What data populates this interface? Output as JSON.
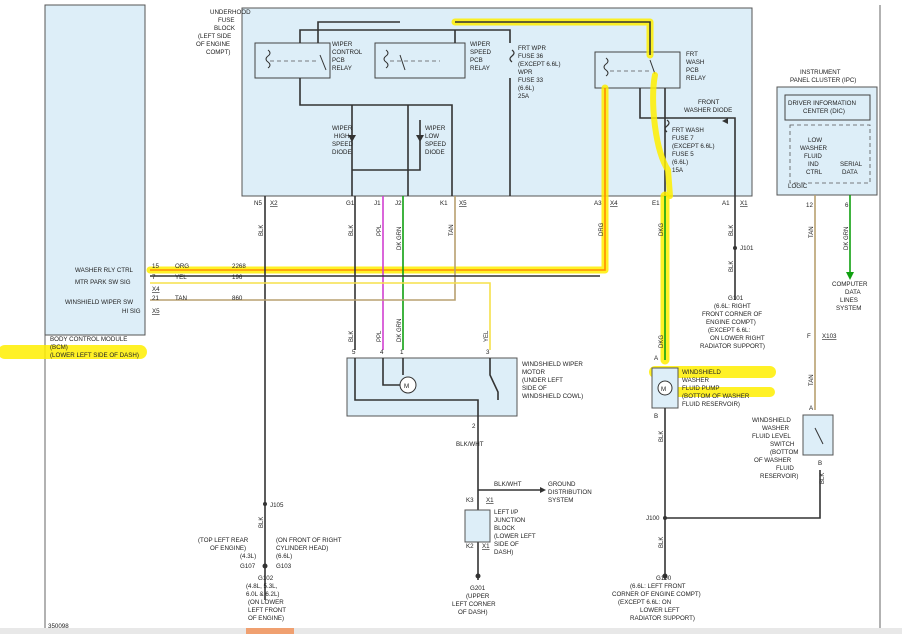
{
  "doc_id": "350098",
  "colors": {
    "blk": "#333333",
    "org": "#ff8c00",
    "yel": "#f5e04a",
    "tan": "#b8a070",
    "ppl": "#d040d0",
    "dkgrn": "#10a010",
    "highlight": "#ffee00"
  },
  "fuse_block": {
    "title": [
      "UNDERHOOD",
      "FUSE",
      "BLOCK",
      "(LEFT SIDE",
      "OF ENGINE",
      "COMPT)"
    ],
    "relay_control": [
      "WIPER",
      "CONTROL",
      "PCB",
      "RELAY"
    ],
    "relay_speed": [
      "WIPER",
      "SPEED",
      "PCB",
      "RELAY"
    ],
    "frt_wpr_fuse": [
      "FRT WPR",
      "FUSE 36",
      "(EXCEPT 6.6L)",
      "WPR",
      "FUSE 33",
      "(6.6L)",
      "25A"
    ],
    "frt_wash_relay": [
      "FRT",
      "WASH",
      "PCB",
      "RELAY"
    ],
    "front_washer_diode": "FRONT\nWASHER DIODE",
    "frt_wash_fuse": [
      "FRT WASH",
      "FUSE 7",
      "(EXCEPT 6.6L)",
      "FUSE 5",
      "(6.6L)",
      "15A"
    ],
    "high_diode": [
      "WIPER",
      "HIGH",
      "SPEED",
      "DIODE"
    ],
    "low_diode": [
      "WIPER",
      "LOW",
      "SPEED",
      "DIODE"
    ],
    "pins": [
      {
        "pin": "N5",
        "conn": "X2"
      },
      {
        "pin": "G1",
        "conn": ""
      },
      {
        "pin": "J1",
        "conn": ""
      },
      {
        "pin": "J2",
        "conn": ""
      },
      {
        "pin": "K1",
        "conn": "X5"
      },
      {
        "pin": "A3",
        "conn": "X4"
      },
      {
        "pin": "E1",
        "conn": ""
      },
      {
        "pin": "A1",
        "conn": "X1"
      }
    ]
  },
  "wire_labels": {
    "blk": "BLK",
    "ppl": "PPL",
    "dkgrn": "DK GRN",
    "tan": "TAN",
    "org": "ORG",
    "dkgrn2": "DK GRN"
  },
  "bcm": {
    "name": [
      "BODY CONTROL MODULE",
      "(BCM)",
      "(LOWER LEFT SIDE OF DASH)"
    ],
    "rows": [
      {
        "label": "WASHER RLY CTRL",
        "pin": "15",
        "color": "ORG",
        "circuit": "2268"
      },
      {
        "label": "",
        "pin": "7",
        "color": "YEL",
        "circuit": "196"
      },
      {
        "label": "MTR PARK SW SIG",
        "pin": "",
        "color": "",
        "circuit": "",
        "conn": "X4"
      },
      {
        "label": "WINSHIELD WIPER SW",
        "pin": "21",
        "color": "TAN",
        "circuit": "860"
      },
      {
        "label": "HI SIG",
        "pin": "",
        "color": "",
        "circuit": "",
        "conn": "X5"
      }
    ]
  },
  "ipc": {
    "title": [
      "INSTRUMENT",
      "PANEL CLUSTER (IPC)"
    ],
    "dic": [
      "DRIVER INFORMATION",
      "CENTER (DIC)"
    ],
    "low_washer": [
      "LOW",
      "WASHER",
      "FLUID",
      "IND",
      "CTRL"
    ],
    "serial": [
      "SERIAL",
      "DATA"
    ],
    "logic": "LOGIC",
    "pins": [
      "12",
      "6"
    ],
    "computer": [
      "COMPUTER",
      "DATA",
      "LINES",
      "SYSTEM"
    ]
  },
  "motor": {
    "name": [
      "WINDSHIELD WIPER",
      "MOTOR",
      "(UNDER LEFT",
      "SIDE OF",
      "WINDSHIELD COWL)"
    ],
    "pins": [
      "5",
      "4",
      "1",
      "3",
      "2"
    ],
    "wires": [
      "BLK",
      "PPL",
      "DK GRN",
      "YEL"
    ],
    "symbol": "M",
    "out_wire": "BLK/WHT"
  },
  "pump": {
    "name": [
      "WINDSHIELD",
      "WASHER",
      "FLUID PUMP",
      "(BOTTOM OF WASHER",
      "FLUID RESERVOIR)"
    ],
    "pins": [
      "A",
      "B"
    ],
    "wire_top": "DKG",
    "wire_bottom": "BLK",
    "symbol": "M"
  },
  "level_switch": {
    "name": [
      "WINDSHIELD",
      "WASHER",
      "FLUID LEVEL",
      "SWITCH",
      "(BOTTOM",
      "OF WASHER",
      "FLUID",
      "RESERVOIR)"
    ],
    "pins": [
      "A",
      "B"
    ],
    "conn_pin": "F",
    "conn": "X103",
    "wire_top": "TAN",
    "wire_bottom": "BLK"
  },
  "junction": {
    "name": [
      "LEFT I/P",
      "JUNCTION",
      "BLOCK",
      "(LOWER LEFT",
      "SIDE OF",
      "DASH)"
    ],
    "k3": "K3",
    "k3_conn": "X1",
    "k2": "K2",
    "k2_conn": "X1",
    "out_wire": "BLK/WHT",
    "ground": [
      "GROUND",
      "DISTRIBUTION",
      "SYSTEM"
    ]
  },
  "grounds": {
    "j105": "J105",
    "g107": "G107",
    "g103": "G103",
    "g107_desc": [
      "(TOP LEFT REAR",
      "OF ENGINE)",
      "(4.3L)"
    ],
    "g103_desc": [
      "(ON FRONT OF RIGHT",
      "CYLINDER HEAD)",
      "(6.6L)"
    ],
    "g102": [
      "G102",
      "(4.8L, 5.3L,",
      "6.0L & 6.2L)",
      "(ON LOWER",
      "LEFT FRONT",
      "OF ENGINE)"
    ],
    "g201": [
      "G201",
      "(UPPER",
      "LEFT CORNER",
      "OF DASH)"
    ],
    "j101": "J101",
    "g101": [
      "G101",
      "(6.6L: RIGHT",
      "FRONT CORNER OF",
      "ENGINE COMPT)",
      "(EXCEPT 6.6L:",
      "ON LOWER RIGHT",
      "RADIATOR SUPPORT)"
    ],
    "j100": "J100",
    "g100": [
      "G100",
      "(6.6L: LEFT FRONT",
      "CORNER OF ENGINE COMPT)",
      "(EXCEPT 6.6L: ON",
      "LOWER LEFT",
      "RADIATOR SUPPORT)"
    ]
  }
}
